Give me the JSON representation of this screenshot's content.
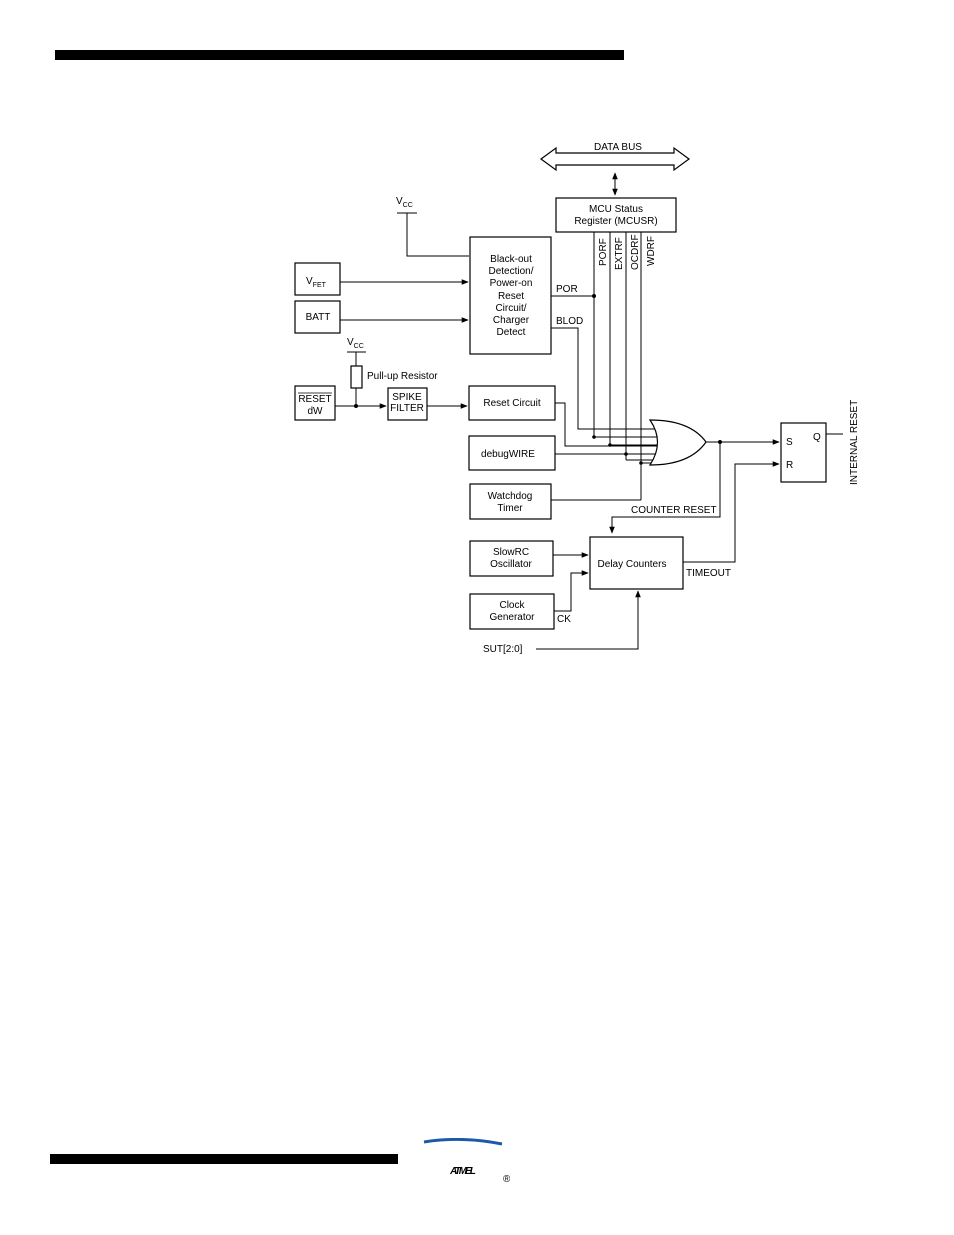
{
  "diagram": {
    "data_bus": "DATA BUS",
    "mcusr": {
      "line1": "MCU Status",
      "line2": "Register (MCUSR)"
    },
    "flags": [
      "PORF",
      "EXTRF",
      "OCDRF",
      "WDRF"
    ],
    "vcc_top": {
      "main": "V",
      "sub": "CC"
    },
    "vcc_pullup": {
      "main": "V",
      "sub": "CC"
    },
    "vfet": {
      "main": "V",
      "sub": "FET"
    },
    "batt": "BATT",
    "blackout": [
      "Black-out",
      "Detection/",
      "Power-on",
      "Reset",
      "Circuit/",
      "Charger",
      "Detect"
    ],
    "por": "POR",
    "blod": "BLOD",
    "pullup": "Pull-up Resistor",
    "reset_pin": {
      "line1": "RESET",
      "line2": "dW"
    },
    "spike_filter": {
      "line1": "SPIKE",
      "line2": "FILTER"
    },
    "reset_circuit": "Reset Circuit",
    "debugwire": "debugWIRE",
    "watchdog": {
      "line1": "Watchdog",
      "line2": "Timer"
    },
    "slowrc": {
      "line1": "SlowRC",
      "line2": "Oscillator"
    },
    "clock_gen": {
      "line1": "Clock",
      "line2": "Generator"
    },
    "delay_counters": "Delay Counters",
    "counter_reset": "COUNTER RESET",
    "timeout": "TIMEOUT",
    "ck": "CK",
    "sut": "SUT[2:0]",
    "ff": {
      "s": "S",
      "r": "R",
      "q": "Q"
    },
    "internal_reset": "INTERNAL  RESET"
  },
  "logo": {
    "text": "ATMEL",
    "color": "#1a5aa8"
  }
}
